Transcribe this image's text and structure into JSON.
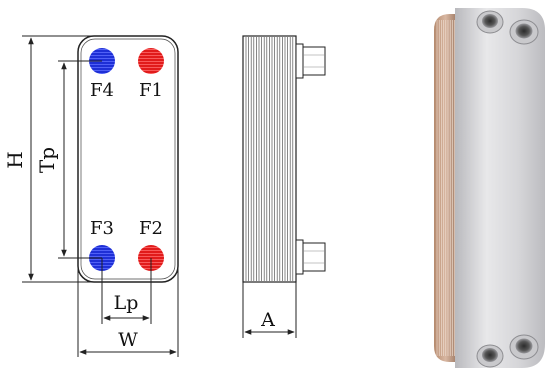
{
  "front_view": {
    "ports": {
      "F1": "F1",
      "F2": "F2",
      "F3": "F3",
      "F4": "F4"
    },
    "dimensions": {
      "height": "H",
      "port_distance_vertical": "Tp",
      "port_distance_horizontal": "Lp",
      "width": "W"
    }
  },
  "side_view": {
    "dimensions": {
      "stack_depth": "A"
    }
  },
  "colors": {
    "hot_port": "#e11b1b",
    "cold_port": "#1e2fd6",
    "outline": "#222222",
    "plate_steel": "#cfcfd2"
  },
  "icons": {
    "port_hot": "red-port-icon",
    "port_cold": "blue-port-icon"
  }
}
